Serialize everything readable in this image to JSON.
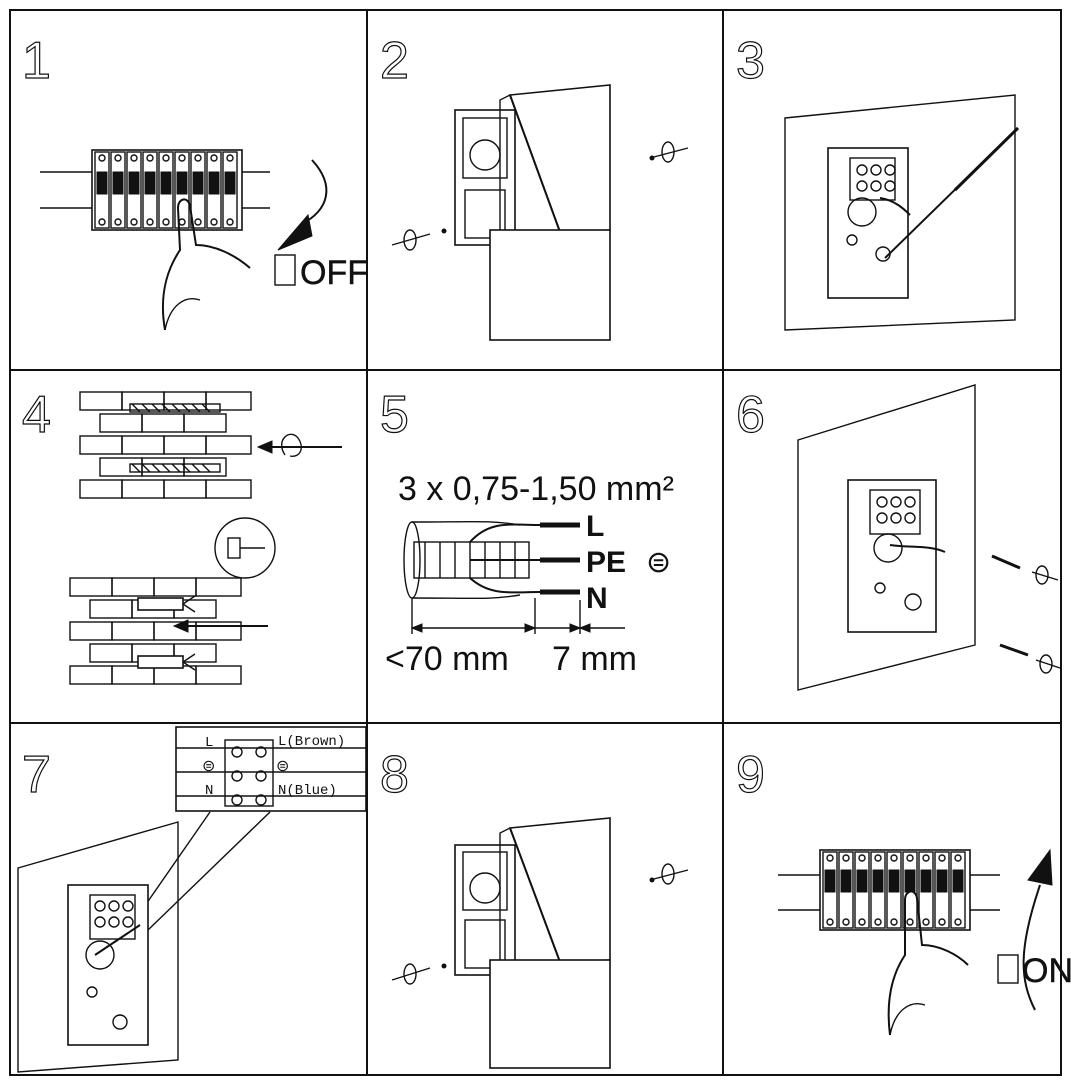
{
  "steps": [
    {
      "number": "1",
      "label": "OFF"
    },
    {
      "number": "2"
    },
    {
      "number": "3"
    },
    {
      "number": "4"
    },
    {
      "number": "5"
    },
    {
      "number": "6"
    },
    {
      "number": "7"
    },
    {
      "number": "8"
    },
    {
      "number": "9",
      "label": "ON"
    }
  ],
  "cable": {
    "spec": "3 x 0,75-1,50 mm²",
    "wires": [
      "L",
      "PE",
      "N"
    ],
    "earth_symbol": "⊜",
    "strip_length": "<70 mm",
    "core_length": "7 mm"
  },
  "terminal": {
    "left": {
      "live": "L",
      "neutral": "N"
    },
    "right": {
      "live": "L(Brown)",
      "neutral": "N(Blue)"
    },
    "earth_symbol": "⊜"
  },
  "icons": [
    "switch-off-arrow-icon",
    "screw-icon",
    "screwdriver-icon",
    "drill-bit-icon",
    "wall-plug-icon",
    "earth-icon",
    "switch-on-arrow-icon"
  ]
}
